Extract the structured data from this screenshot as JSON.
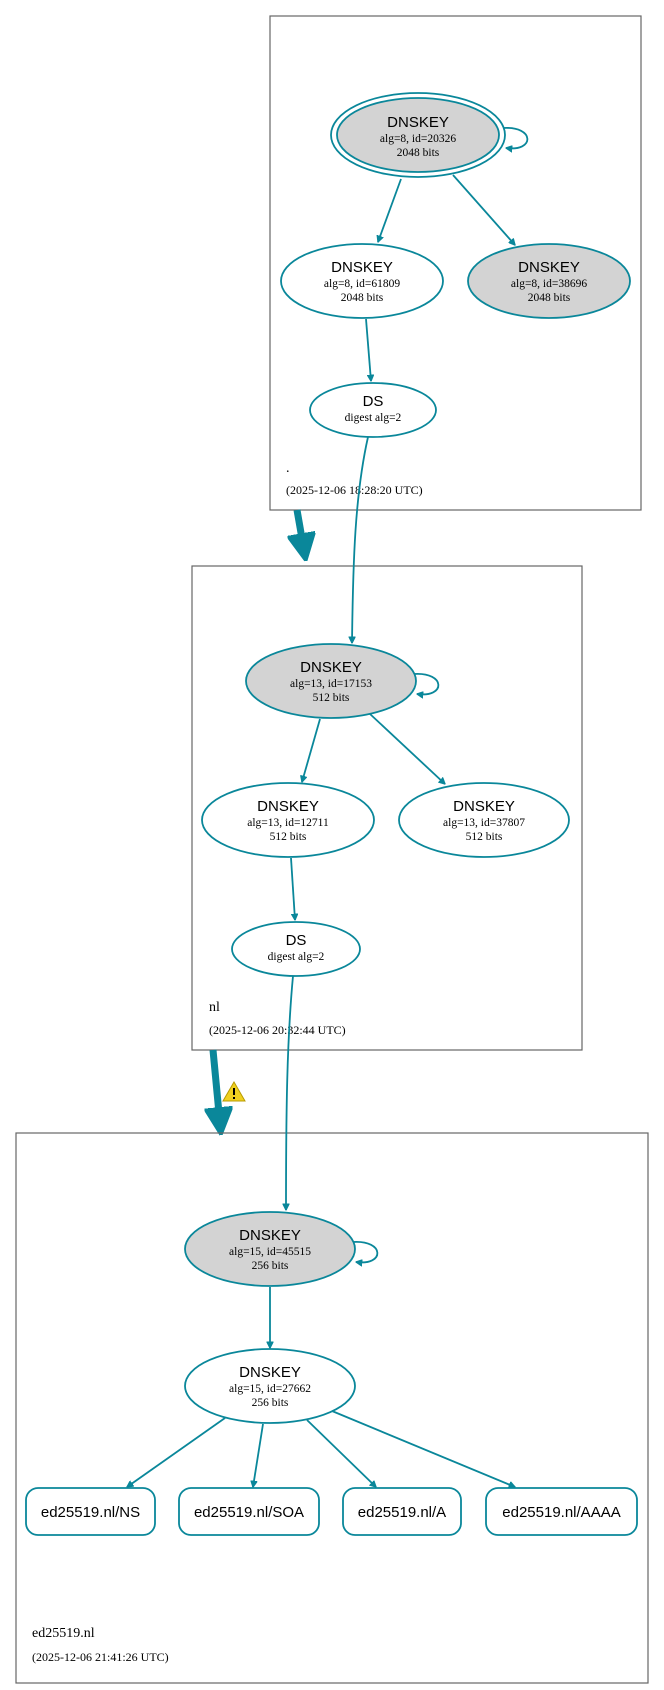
{
  "zones": {
    "root": {
      "name": ".",
      "timestamp": "(2025-12-06 18:28:20 UTC)",
      "ksk": {
        "type": "DNSKEY",
        "detail": "alg=8, id=20326",
        "bits": "2048 bits"
      },
      "zsk1": {
        "type": "DNSKEY",
        "detail": "alg=8, id=61809",
        "bits": "2048 bits"
      },
      "zsk2": {
        "type": "DNSKEY",
        "detail": "alg=8, id=38696",
        "bits": "2048 bits"
      },
      "ds": {
        "type": "DS",
        "detail": "digest alg=2"
      }
    },
    "nl": {
      "name": "nl",
      "timestamp": "(2025-12-06 20:32:44 UTC)",
      "ksk": {
        "type": "DNSKEY",
        "detail": "alg=13, id=17153",
        "bits": "512 bits"
      },
      "zsk1": {
        "type": "DNSKEY",
        "detail": "alg=13, id=12711",
        "bits": "512 bits"
      },
      "zsk2": {
        "type": "DNSKEY",
        "detail": "alg=13, id=37807",
        "bits": "512 bits"
      },
      "ds": {
        "type": "DS",
        "detail": "digest alg=2"
      }
    },
    "ed25519": {
      "name": "ed25519.nl",
      "timestamp": "(2025-12-06 21:41:26 UTC)",
      "ksk": {
        "type": "DNSKEY",
        "detail": "alg=15, id=45515",
        "bits": "256 bits"
      },
      "zsk": {
        "type": "DNSKEY",
        "detail": "alg=15, id=27662",
        "bits": "256 bits"
      },
      "rrsets": [
        "ed25519.nl/NS",
        "ed25519.nl/SOA",
        "ed25519.nl/A",
        "ed25519.nl/AAAA"
      ]
    }
  },
  "colors": {
    "edge": "#0a879a",
    "trust_anchor_fill": "#d3d3d3",
    "node_fill": "#ffffff",
    "warning": "#f0d020"
  },
  "icons": {
    "delegation_warning": "warning-triangle-icon"
  }
}
